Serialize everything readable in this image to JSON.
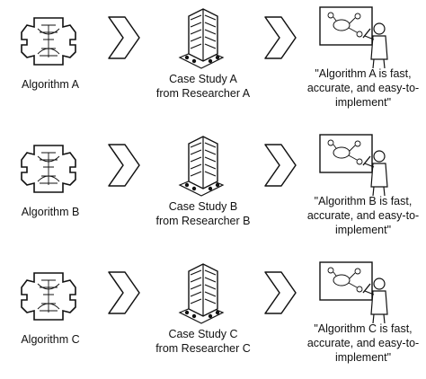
{
  "rows": [
    {
      "algorithm": "Algorithm A",
      "case_title": "Case Study A",
      "case_source": "from Researcher A",
      "quote_lines": [
        "\"Algorithm A is fast,",
        "accurate, and easy-to-",
        "implement\""
      ]
    },
    {
      "algorithm": "Algorithm B",
      "case_title": "Case Study B",
      "case_source": "from Researcher B",
      "quote_lines": [
        "\"Algorithm B is fast,",
        "accurate, and easy-to-",
        "implement\""
      ]
    },
    {
      "algorithm": "Algorithm C",
      "case_title": "Case Study C",
      "case_source": "from Researcher C",
      "quote_lines": [
        "\"Algorithm C is fast,",
        "accurate, and easy-to-",
        "implement\""
      ]
    }
  ],
  "icons": {
    "algorithm": "puzzle-piece-icon",
    "arrow": "chevron-right-icon",
    "case_study": "office-building-icon",
    "presenter": "presenter-whiteboard-icon"
  }
}
